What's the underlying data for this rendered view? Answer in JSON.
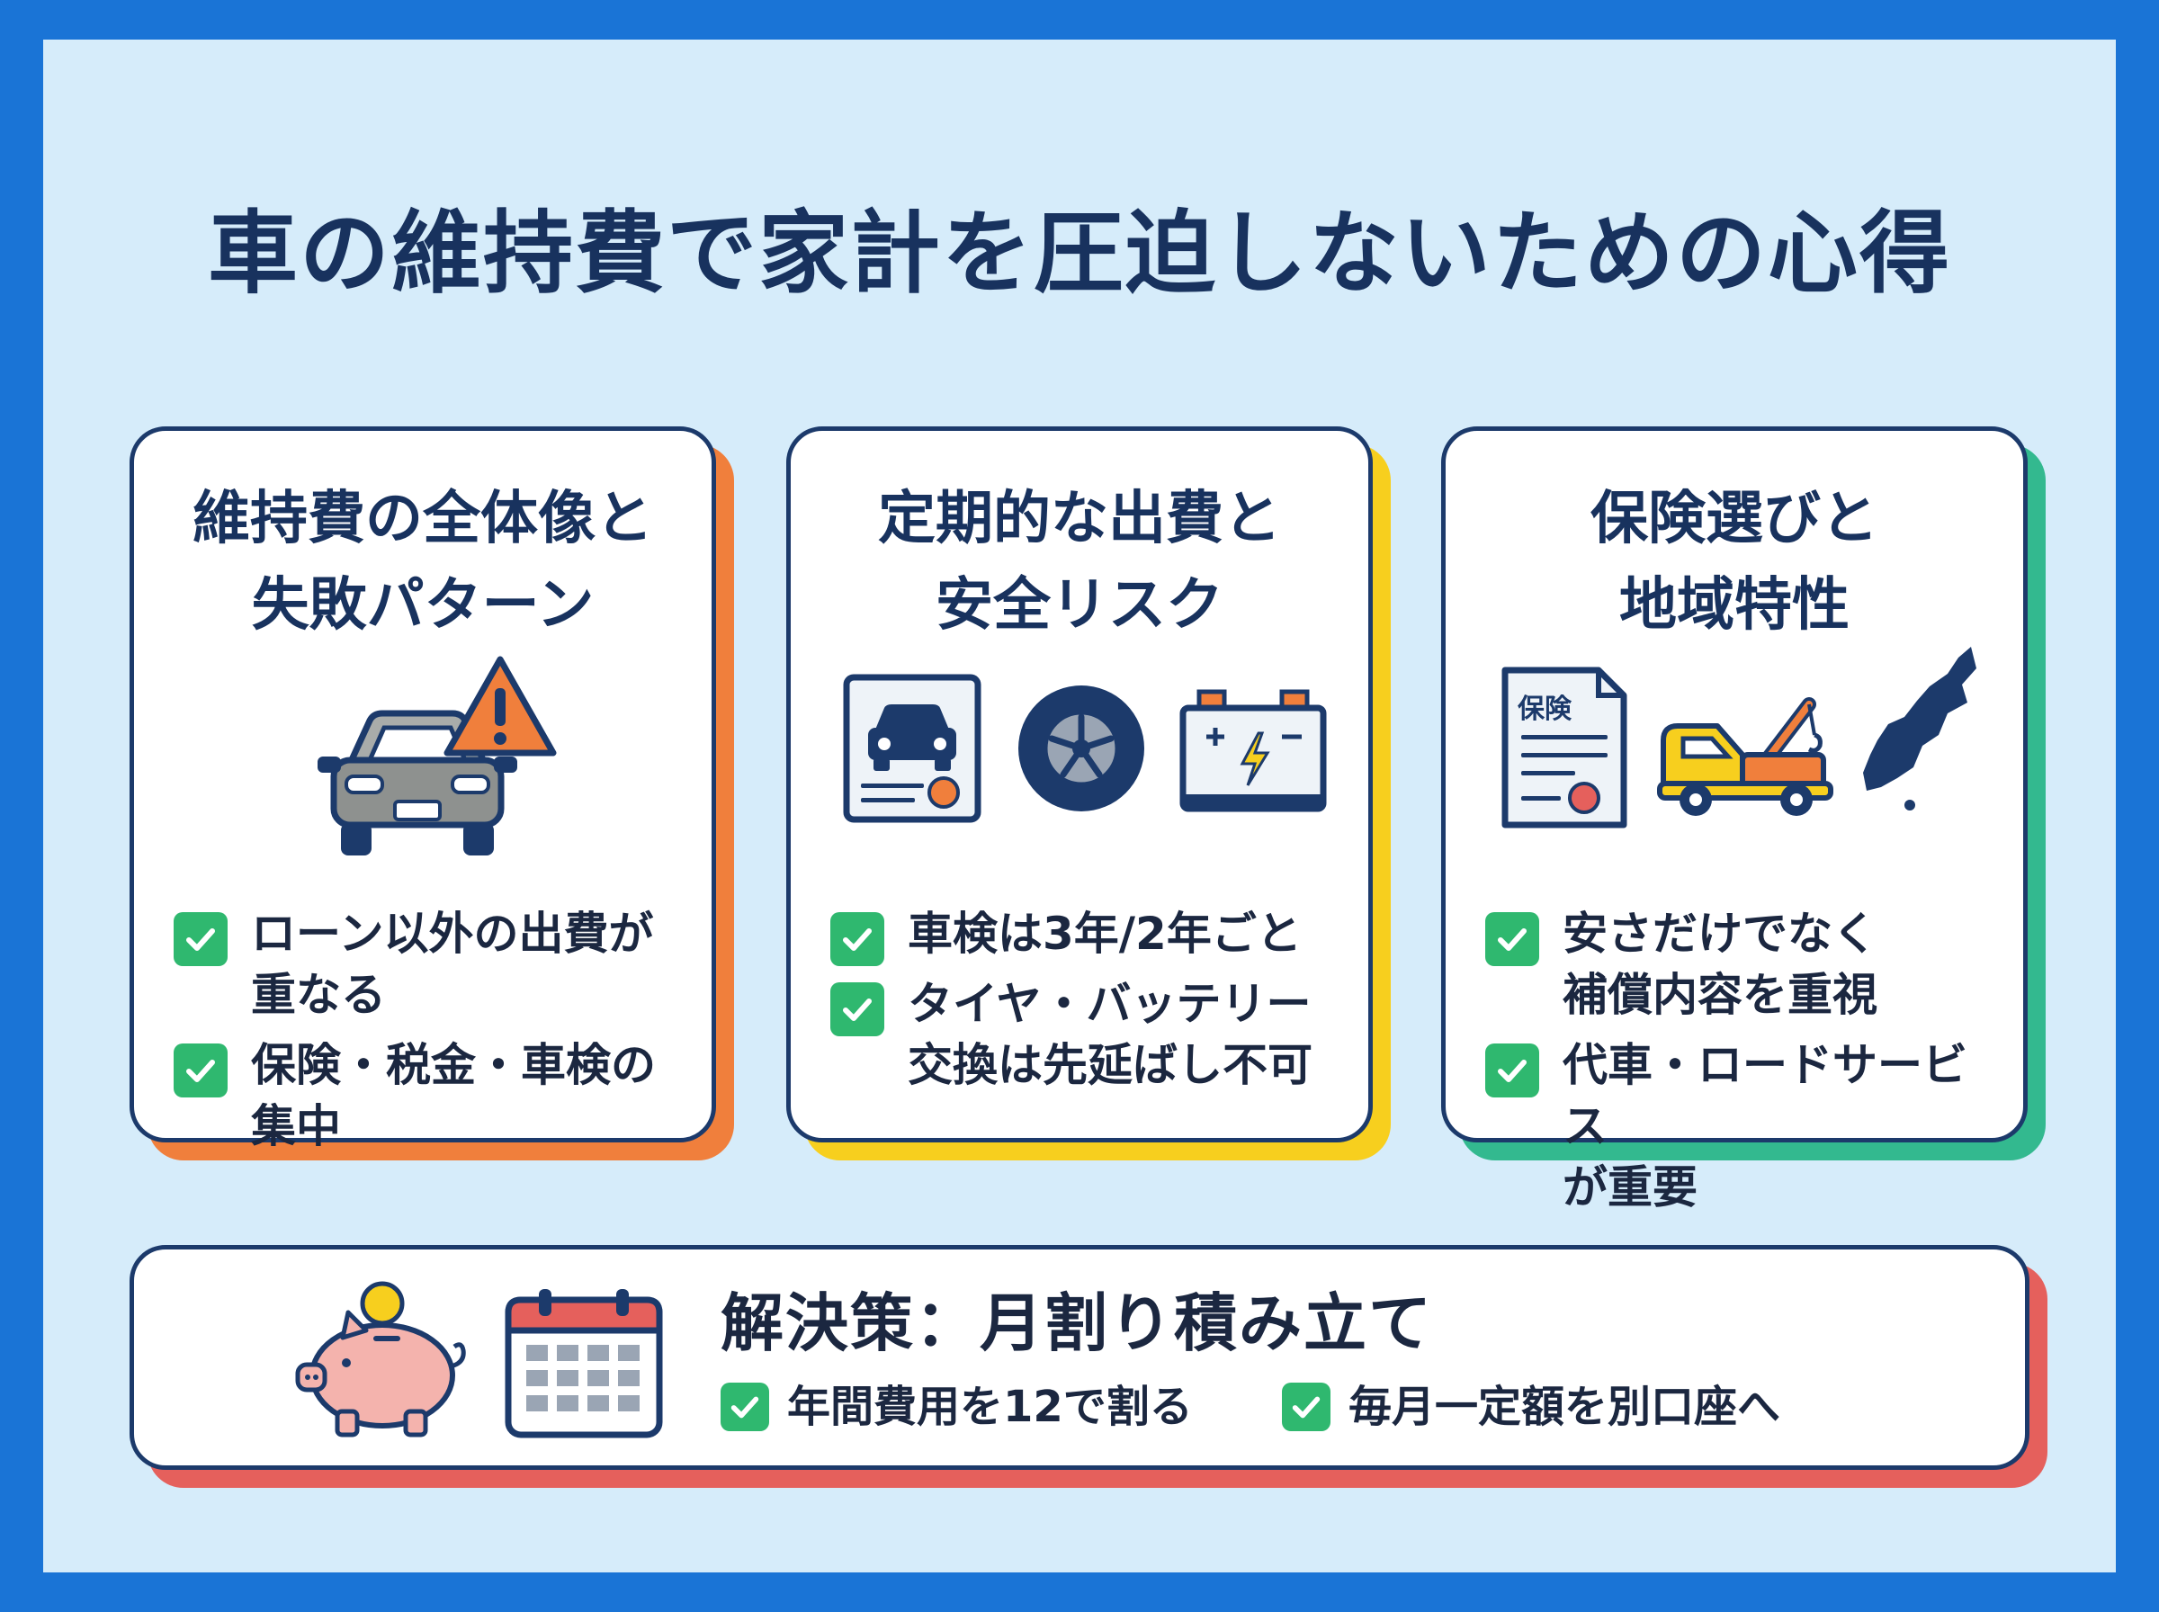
{
  "title": "車の維持費で家計を圧迫しないための心得",
  "colors": {
    "frame": "#1a74d6",
    "background": "#d6ecfa",
    "navy": "#18325e",
    "check": "#2fb86f",
    "card1_accent": "#f07f3c",
    "card2_accent": "#f7cf1e",
    "card3_accent": "#33b98f",
    "solution_accent": "#e5605c"
  },
  "cards": [
    {
      "title": "維持費の全体像と\n失敗パターン",
      "icons": [
        "car-icon",
        "warning-icon"
      ],
      "bullets": [
        "ローン以外の出費が\n重なる",
        "保険・税金・車検の\n集中"
      ]
    },
    {
      "title": "定期的な出費と\n安全リスク",
      "icons": [
        "inspection-certificate-icon",
        "tire-icon",
        "battery-icon"
      ],
      "bullets": [
        "車検は3年/2年ごと",
        "タイヤ・バッテリー\n交換は先延ばし不可"
      ]
    },
    {
      "title": "保険選びと\n地域特性",
      "icons": [
        "insurance-document-icon",
        "tow-truck-icon",
        "island-map-icon"
      ],
      "doc_label": "保険",
      "bullets": [
        "安さだけでなく\n補償内容を重視",
        "代車・ロードサービス\nが重要"
      ]
    }
  ],
  "solution": {
    "title": "解決策：月割り積み立て",
    "icons": [
      "piggy-bank-icon",
      "calendar-icon"
    ],
    "bullets": [
      "年間費用を12で割る",
      "毎月一定額を別口座へ"
    ]
  }
}
